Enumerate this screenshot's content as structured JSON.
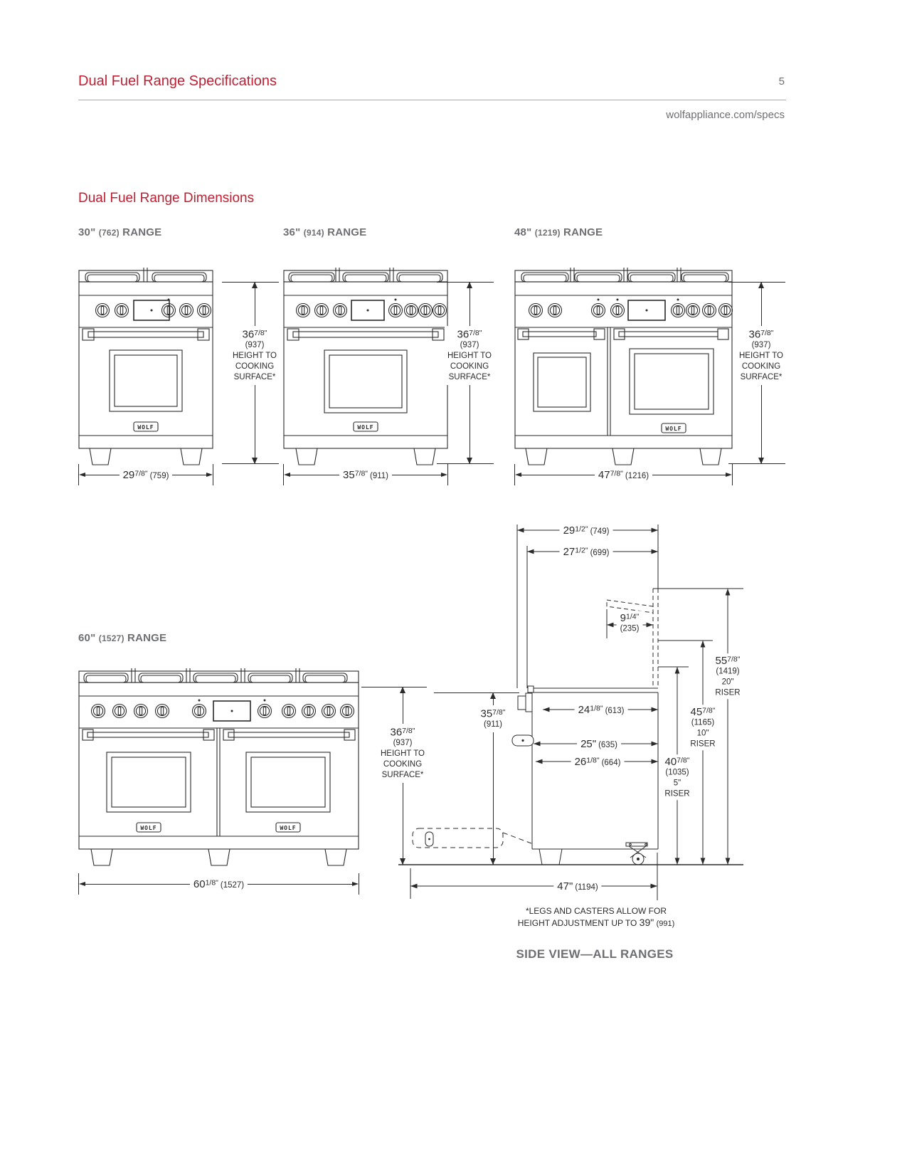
{
  "header": {
    "title": "Dual Fuel Range Specifications"
  },
  "page": {
    "number": "5",
    "url": "wolfappliance.com/specs"
  },
  "section": {
    "title": "Dual Fuel Range Dimensions"
  },
  "labels": {
    "range30": {
      "size": "30\"",
      "mm": "(762)",
      "word": "RANGE"
    },
    "range36": {
      "size": "36\"",
      "mm": "(914)",
      "word": "RANGE"
    },
    "range48": {
      "size": "48\"",
      "mm": "(1219)",
      "word": "RANGE"
    },
    "range60": {
      "size": "60\"",
      "mm": "(1527)",
      "word": "RANGE"
    }
  },
  "drawing": {
    "wolf_logo": "WOLF"
  },
  "dims": {
    "w30": {
      "main": "29",
      "frac": "7/8\"",
      "mm": "(759)"
    },
    "w36": {
      "main": "35",
      "frac": "7/8\"",
      "mm": "(911)"
    },
    "w48": {
      "main": "47",
      "frac": "7/8\"",
      "mm": "(1216)"
    },
    "w60": {
      "main": "60",
      "frac": "1/8\"",
      "mm": "(1527)"
    },
    "height_front": {
      "main": "36",
      "frac": "7/8\"",
      "mm": "(937)",
      "l1": "HEIGHT TO",
      "l2": "COOKING",
      "l3": "SURFACE*"
    },
    "side_height": {
      "main": "35",
      "frac": "7/8\"",
      "mm": "(911)"
    },
    "d29": {
      "main": "29",
      "frac": "1/2\"",
      "mm": "(749)"
    },
    "d27": {
      "main": "27",
      "frac": "1/2\"",
      "mm": "(699)"
    },
    "d9": {
      "main": "9",
      "frac": "1/4\"",
      "mm": "(235)"
    },
    "d24": {
      "main": "24",
      "frac": "1/8\"",
      "mm": "(613)"
    },
    "d25": {
      "main": "25\"",
      "frac": "",
      "mm": "(635)"
    },
    "d26": {
      "main": "26",
      "frac": "1/8\"",
      "mm": "(664)"
    },
    "d47": {
      "main": "47\"",
      "frac": "",
      "mm": "(1194)"
    },
    "riser20": {
      "main": "55",
      "frac": "7/8\"",
      "mm": "(1419)",
      "riser_size": "20\"",
      "riser_word": "RISER"
    },
    "riser10": {
      "main": "45",
      "frac": "7/8\"",
      "mm": "(1165)",
      "riser_size": "10\"",
      "riser_word": "RISER"
    },
    "riser5": {
      "main": "40",
      "frac": "7/8\"",
      "mm": "(1035)",
      "riser_size": "5\"",
      "riser_word": "RISER"
    }
  },
  "notes": {
    "line1": "*LEGS AND CASTERS ALLOW FOR",
    "line2_prefix": "HEIGHT ADJUSTMENT UP TO",
    "line2_dim": "39\"",
    "line2_mm": "(991)",
    "caption": "SIDE VIEW—ALL RANGES"
  },
  "colors": {
    "accent_red": "#be2033",
    "label_gray": "#6e6f72",
    "line_dark": "#2a2a2a"
  }
}
